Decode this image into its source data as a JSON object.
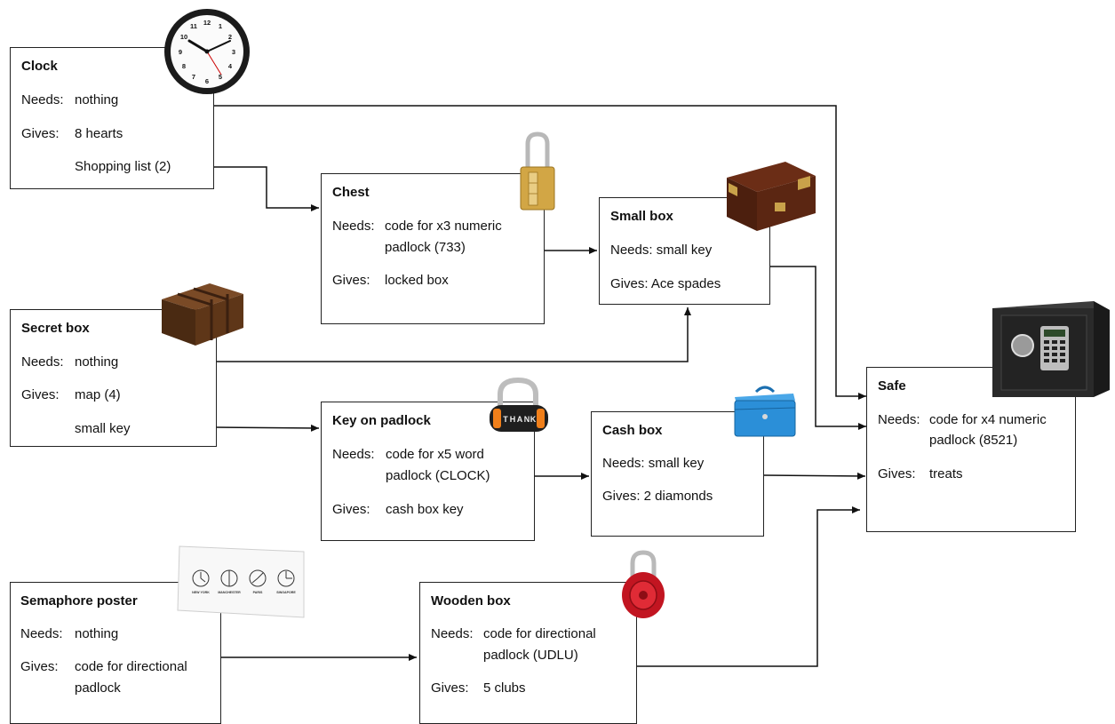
{
  "boxes": {
    "clock": {
      "title": "Clock",
      "needs_label": "Needs:",
      "needs": "nothing",
      "gives_label": "Gives:",
      "gives": [
        "8 hearts",
        "Shopping list (2)"
      ]
    },
    "chest": {
      "title": "Chest",
      "needs_label": "Needs:",
      "needs": [
        "code for x3 numeric",
        "padlock (733)"
      ],
      "gives_label": "Gives:",
      "gives": [
        "locked box"
      ]
    },
    "small_box": {
      "title": "Small box",
      "needs": "Needs: small key",
      "gives": "Gives: Ace spades"
    },
    "secret_box": {
      "title": "Secret box",
      "needs_label": "Needs:",
      "needs": "nothing",
      "gives_label": "Gives:",
      "gives": [
        "map (4)",
        "small key"
      ]
    },
    "key_on_padlock": {
      "title": "Key on padlock",
      "needs_label": "Needs:",
      "needs": [
        "code for x5 word",
        "padlock (CLOCK)"
      ],
      "gives_label": "Gives:",
      "gives": [
        "cash box key"
      ]
    },
    "cash_box": {
      "title": "Cash box",
      "needs": "Needs: small key",
      "gives": "Gives: 2 diamonds"
    },
    "safe": {
      "title": "Safe",
      "needs_label": "Needs:",
      "needs": [
        "code for x4 numeric",
        "padlock (8521)"
      ],
      "gives_label": "Gives:",
      "gives": [
        "treats"
      ]
    },
    "semaphore_poster": {
      "title": "Semaphore poster",
      "needs_label": "Needs:",
      "needs": "nothing",
      "gives_label": "Gives:",
      "gives": [
        "code for directional",
        "padlock"
      ]
    },
    "wooden_box": {
      "title": "Wooden box",
      "needs_label": "Needs:",
      "needs": [
        "code for directional",
        "padlock (UDLU)"
      ],
      "gives_label": "Gives:",
      "gives": [
        "5 clubs"
      ]
    }
  },
  "poster_cities": [
    "NEW YORK",
    "MANCHESTER",
    "PARIS",
    "SINGAPORE"
  ],
  "lock_letters": [
    "T",
    "H",
    "A",
    "N",
    "K"
  ],
  "clock_numbers": [
    "12",
    "1",
    "2",
    "3",
    "4",
    "5",
    "6",
    "7",
    "8",
    "9",
    "10",
    "11"
  ],
  "icons": [
    "wall-clock-icon",
    "combination-padlock-icon",
    "wooden-chest-icon",
    "wooden-puzzle-box-icon",
    "word-padlock-icon",
    "blue-cash-box-icon",
    "electronic-safe-icon",
    "semaphore-poster-icon",
    "red-directional-padlock-icon"
  ],
  "colors": {
    "line": "#111111",
    "box_border": "#222222"
  }
}
